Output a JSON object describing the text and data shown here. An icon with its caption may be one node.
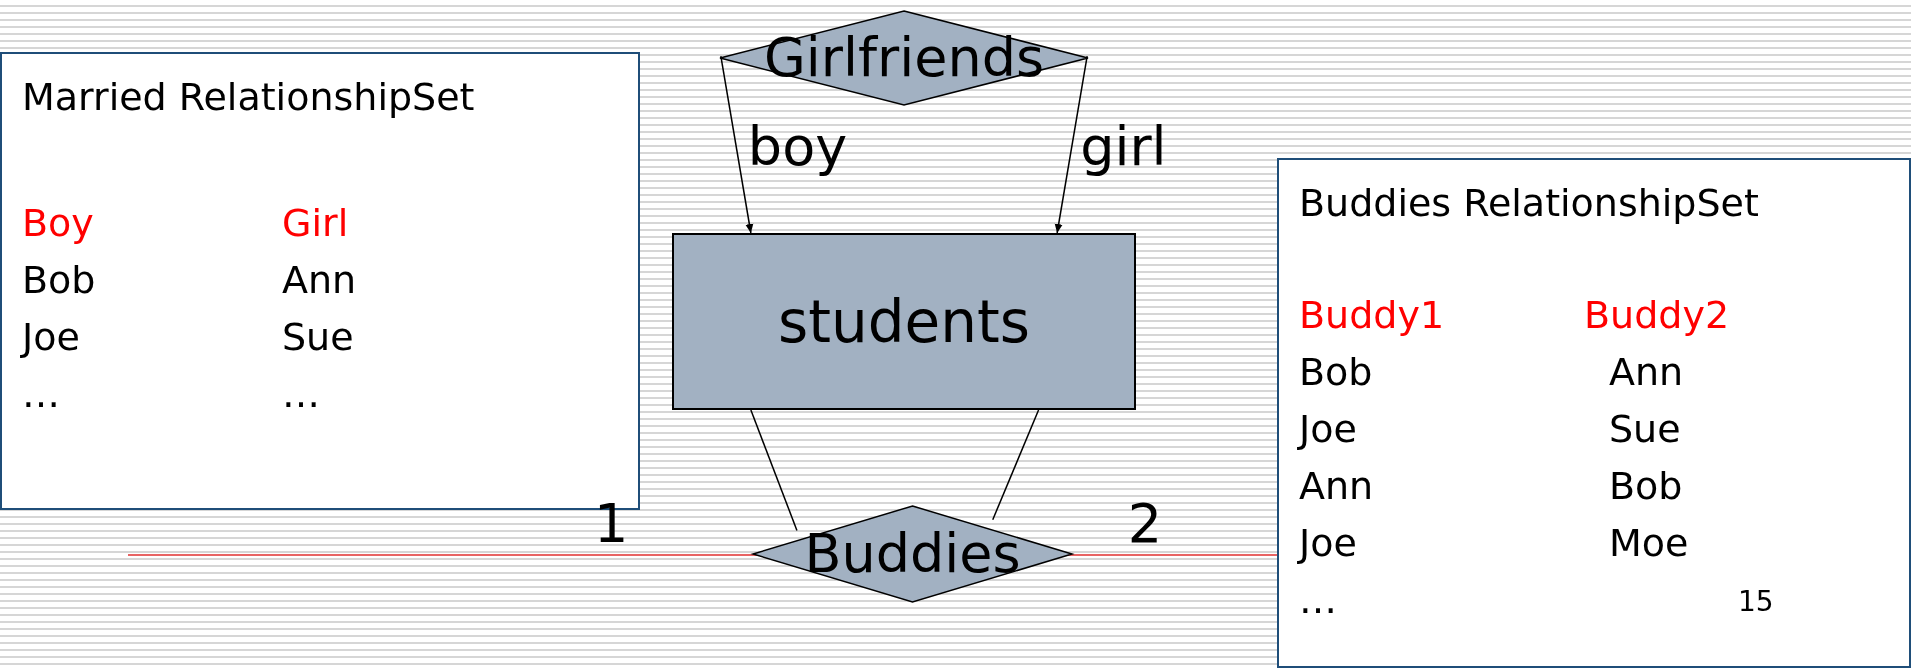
{
  "diagram": {
    "nodes": [
      {
        "text": [
          "Married RelationshipSet",
          "Boy",
          "Girl",
          "Bob",
          "Ann",
          "Joe",
          "Sue",
          "…",
          "…"
        ]
      },
      {
        "text": [
          "Girlfriends"
        ]
      },
      {
        "text": [
          "students"
        ]
      },
      {
        "text": [
          "Buddies"
        ]
      },
      {
        "text": [
          "Buddies RelationshipSet",
          "Buddy1",
          "Buddy2",
          "Bob",
          "Ann",
          "Joe",
          "Sue",
          "Ann",
          "Bob",
          "Joe",
          "Moe",
          "…"
        ]
      }
    ],
    "edges": [
      {
        "from": 1,
        "to": 2,
        "label": "boy",
        "arrow": "to"
      },
      {
        "from": 1,
        "to": 2,
        "label": "girl",
        "arrow": "to"
      },
      {
        "from": 2,
        "to": 3,
        "label": "1",
        "arrow": "none"
      },
      {
        "from": 2,
        "to": 3,
        "label": "2",
        "arrow": "none"
      }
    ],
    "labels": [
      "15"
    ]
  }
}
